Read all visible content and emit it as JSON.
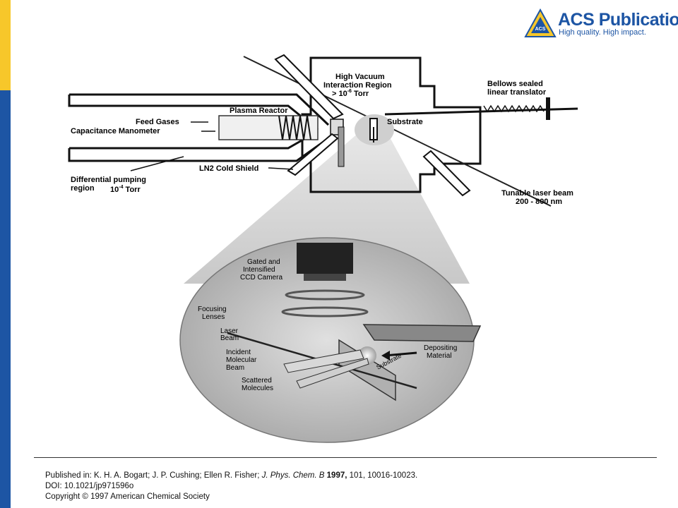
{
  "brand": {
    "name": "ACS Publications",
    "tagline": "High quality. High impact.",
    "badge_letters": "ACS"
  },
  "diagram": {
    "high_vacuum_line1": "High Vacuum",
    "high_vacuum_line2": "Interaction Region",
    "high_vacuum_pressure": "> 10",
    "high_vacuum_exp": "-6",
    "high_vacuum_unit": " Torr",
    "bellows_line1": "Bellows sealed",
    "bellows_line2": "linear translator",
    "plasma_reactor": "Plasma Reactor",
    "feed_gases": "Feed Gases",
    "capacitance_manometer": "Capacitance Manometer",
    "substrate": "Substrate",
    "ln2_cold_shield": "LN2 Cold Shield",
    "diff_pumping_line1": "Differential pumping",
    "diff_pumping_line2": "region",
    "diff_pumping_pressure": "10",
    "diff_pumping_exp": "-4",
    "diff_pumping_unit": " Torr",
    "laser_line1": "Tunable laser beam",
    "laser_line2": "200 - 800 nm",
    "inset": {
      "camera_line1": "Gated and",
      "camera_line2": "Intensified",
      "camera_line3": "CCD Camera",
      "lenses_line1": "Focusing",
      "lenses_line2": "Lenses",
      "laser_line1": "Laser",
      "laser_line2": "Beam",
      "incident_line1": "Incident",
      "incident_line2": "Molecular",
      "incident_line3": "Beam",
      "scattered_line1": "Scattered",
      "scattered_line2": "Molecules",
      "depositing_line1": "Depositing",
      "depositing_line2": "Material",
      "substrate": "Substrate"
    }
  },
  "footer": {
    "published_prefix": "Published in: K. H. A. Bogart; J. P. Cushing; Ellen R. Fisher; ",
    "journal": "J. Phys. Chem. B",
    "year": " 1997,",
    "volume_pages": " 101, 10016-10023.",
    "doi": "DOI: 10.1021/jp971596o",
    "copyright": "Copyright © 1997 American Chemical Society"
  },
  "colors": {
    "brand_blue": "#1d55a4",
    "brand_yellow": "#f7c72a",
    "inset_fill": "#bdbdbd"
  }
}
